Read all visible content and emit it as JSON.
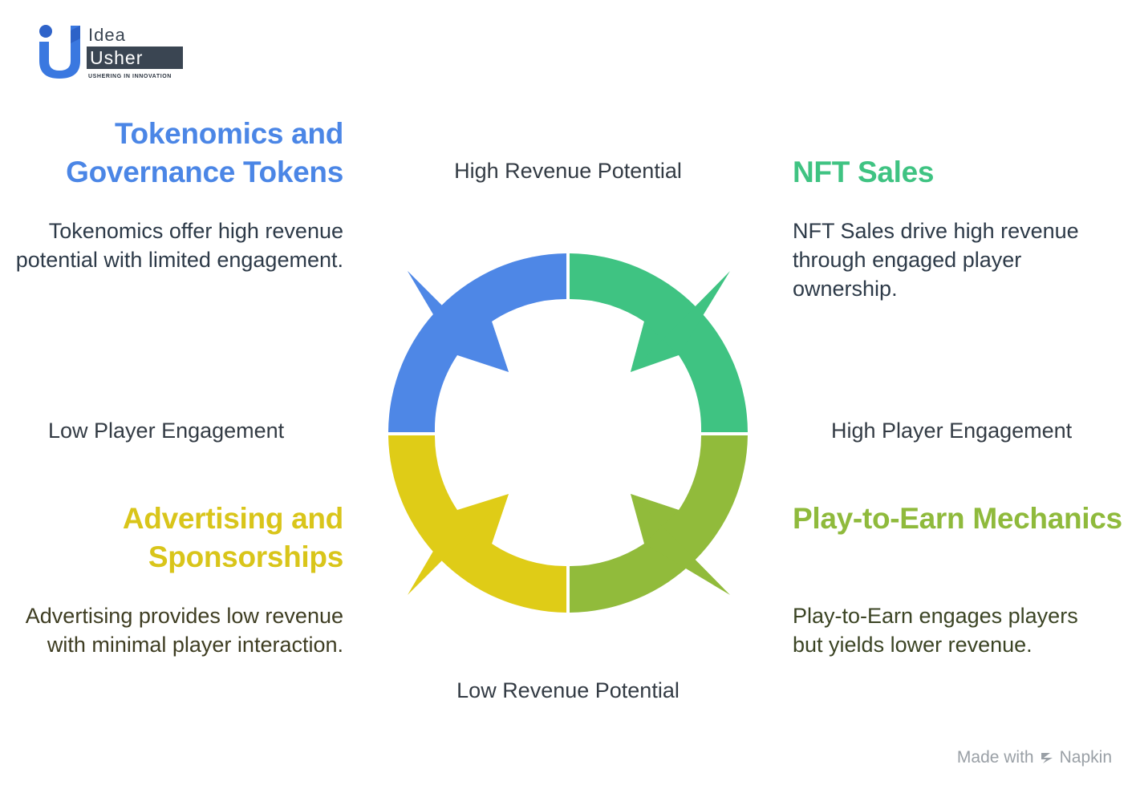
{
  "logo": {
    "word1": "Idea",
    "word2": "Usher",
    "tagline": "USHERING IN INNOVATION"
  },
  "quadrants": {
    "top_left": {
      "title": "Tokenomics and Governance Tokens",
      "description": "Tokenomics offer high revenue potential with limited engagement.",
      "color": "#4b86e6"
    },
    "top_right": {
      "title": "NFT Sales",
      "description": "NFT Sales drive high revenue through engaged player ownership.",
      "color": "#3fc382"
    },
    "bottom_left": {
      "title": "Advertising and Sponsorships",
      "description": "Advertising provides low revenue with minimal player interaction.",
      "color": "#dfcc17"
    },
    "bottom_right": {
      "title": "Play-to-Earn Mechanics",
      "description": "Play-to-Earn engages players but yields lower revenue.",
      "color": "#8fba3c"
    }
  },
  "axes": {
    "top": "High Revenue Potential",
    "bottom": "Low Revenue Potential",
    "left": "Low Player Engagement",
    "right": "High Player Engagement"
  },
  "footer": {
    "prefix": "Made with",
    "brand": "Napkin"
  }
}
